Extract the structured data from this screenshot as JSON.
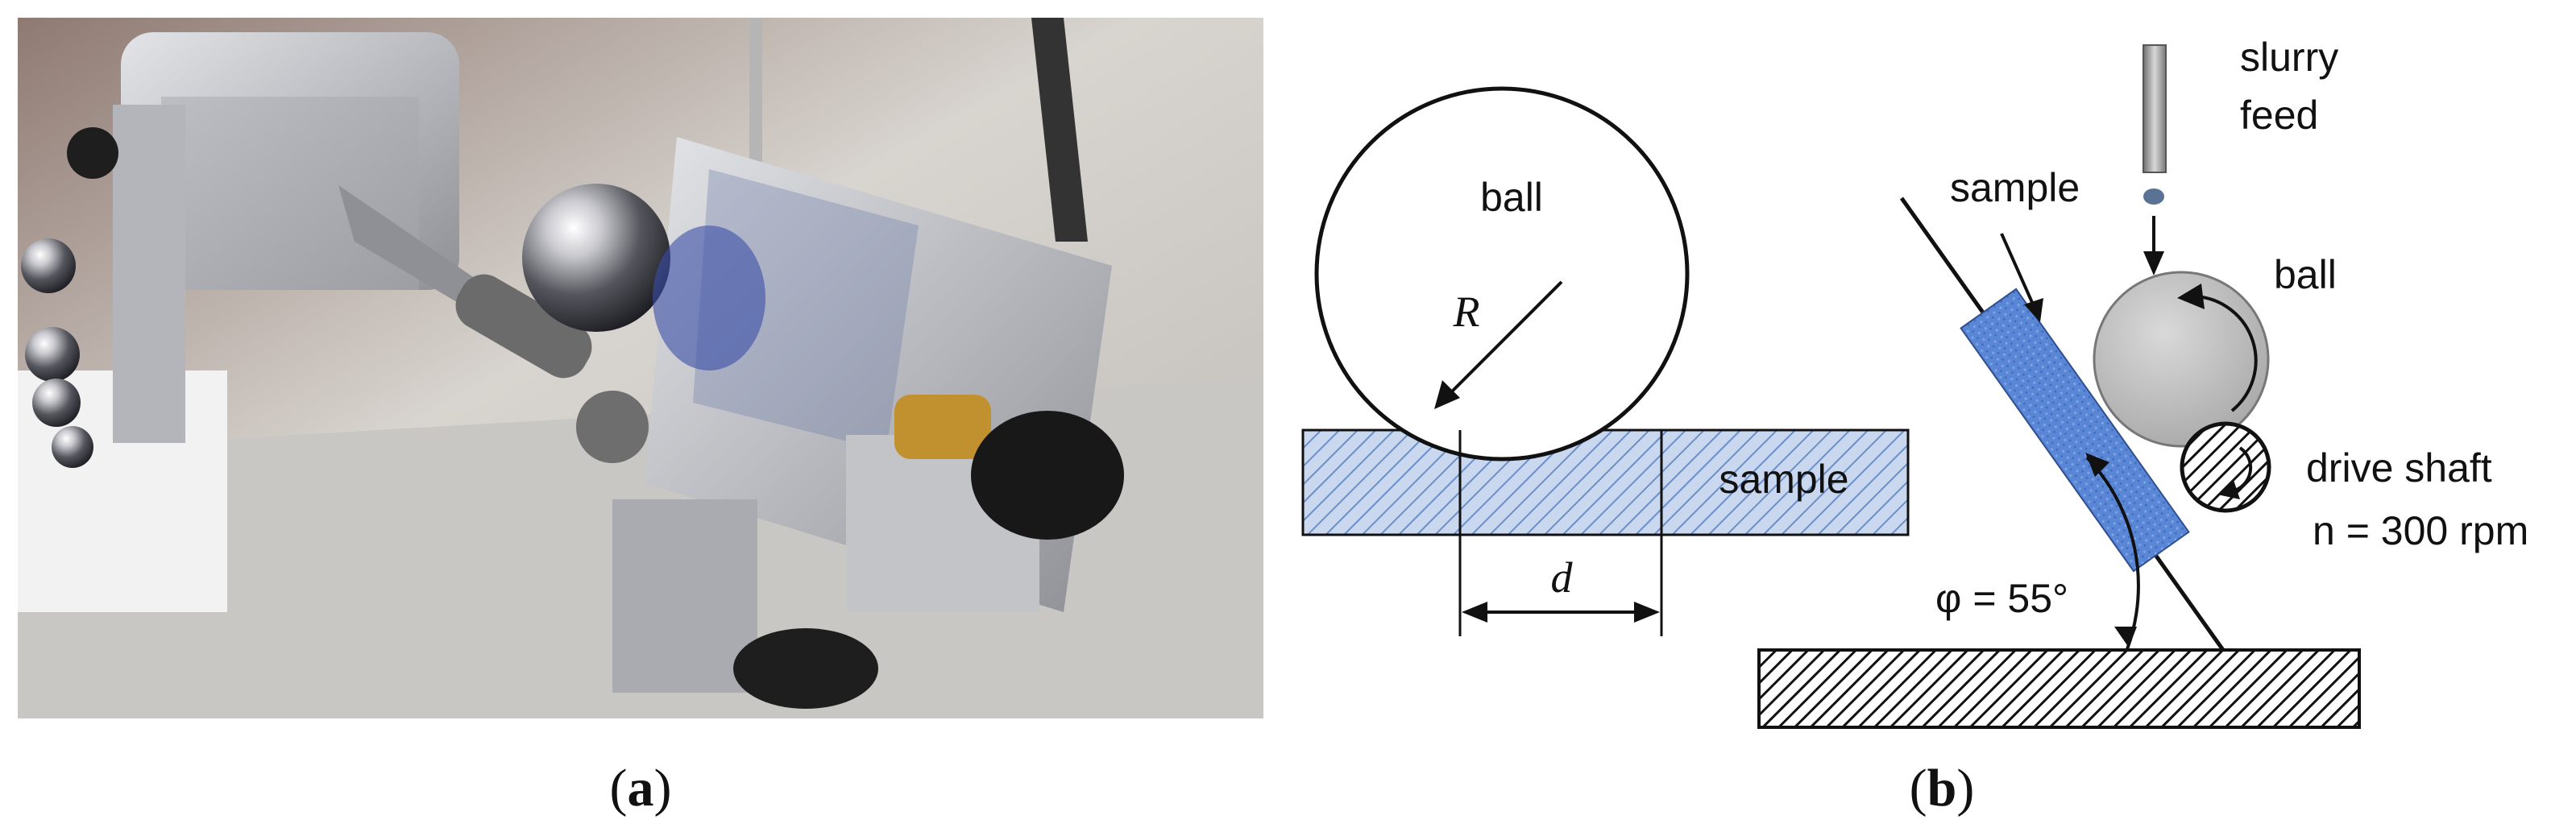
{
  "panel_a": {
    "caption_open": "(",
    "caption_letter": "a",
    "caption_close": ")"
  },
  "panel_b": {
    "caption_open": "(",
    "caption_letter": "b",
    "caption_close": ")",
    "left_diagram": {
      "ball_label": "ball",
      "radius_label": "R",
      "sample_label": "sample",
      "dimension_label": "d"
    },
    "right_diagram": {
      "slurry_label_line1": "slurry",
      "slurry_label_line2": "feed",
      "sample_label": "sample",
      "ball_label": "ball",
      "shaft_label": "drive shaft",
      "speed_label": "n = 300 rpm",
      "angle_label": "φ = 55°"
    }
  },
  "colors": {
    "sample_fill": "#c9d8ee",
    "sample_stripe": "#5f84c2",
    "blue_sample": "#5a86d6",
    "ball_gray": "#bdbdbd",
    "hatch_dark": "#111111"
  }
}
